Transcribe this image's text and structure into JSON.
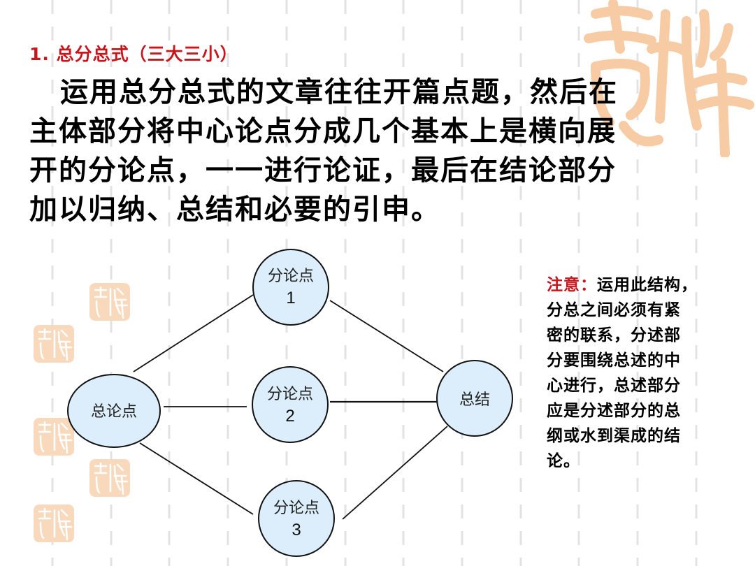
{
  "heading": {
    "number": "1.",
    "title": "总分总式（三大三小）"
  },
  "body": {
    "lines": [
      "运用总分总式的文章往往开篇点题，然后在",
      "主体部分将中心论点分成几个基本上是横向展",
      "开的分论点，一一进行论证，最后在结论部分",
      "加以归纳、总结和必要的引申。"
    ]
  },
  "diagram": {
    "nodes": [
      {
        "id": "main",
        "label": "总论点",
        "num": ""
      },
      {
        "id": "sub1",
        "label": "分论点",
        "num": "1"
      },
      {
        "id": "sub2",
        "label": "分论点",
        "num": "2"
      },
      {
        "id": "sub3",
        "label": "分论点",
        "num": "3"
      },
      {
        "id": "summary",
        "label": "总结",
        "num": ""
      }
    ],
    "edges": [
      [
        "main",
        "sub1"
      ],
      [
        "main",
        "sub2"
      ],
      [
        "main",
        "sub3"
      ],
      [
        "sub1",
        "summary"
      ],
      [
        "sub2",
        "summary"
      ],
      [
        "sub3",
        "summary"
      ]
    ],
    "node_fill": "#dceefb",
    "node_stroke": "#111111"
  },
  "note": {
    "label": "注意：",
    "lines": [
      "运用此结构，",
      "分总之间必须有紧",
      "密的联系，分述部",
      "分要围绕总述的中",
      "心进行，总述部分",
      "应是分述部分的总",
      "纲或水到渠成的结",
      "论。"
    ]
  },
  "decor": {
    "seal_text": "吉祥如意",
    "seal_color": "#f7c9a0",
    "grid_line_color": "#e3e3e3",
    "accent_color": "#c8161d"
  }
}
